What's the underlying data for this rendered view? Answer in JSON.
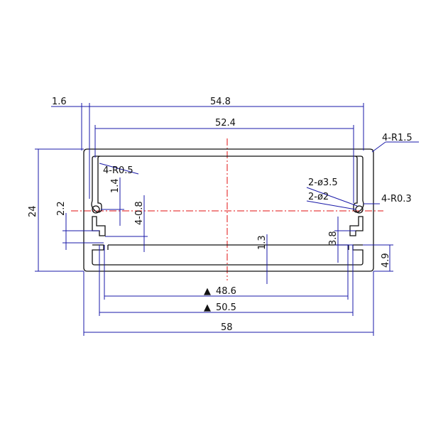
{
  "diagram": {
    "colors": {
      "profile": "#111111",
      "dimension": "#1a1aa8",
      "centerline": "#e01010"
    },
    "dimensions": {
      "overall_width": "58",
      "outer_top_width": "54.8",
      "inner_width": "52.4",
      "wall_thickness": "1.6",
      "height": "24",
      "slot_width_left": "2.2",
      "rib_offset_left": "1.4",
      "slot_count_left": "4-0.8",
      "corner_radius_inner": "4-R0.5",
      "corner_radius_outer": "4-R1.5",
      "screw_hole_outer": "2-ø3.5",
      "screw_hole_inner": "2-ø2",
      "slot_radius": "4-R0.3",
      "bottom_gap": "1.3",
      "slot_height_right": "3.8",
      "bottom_height_right": "4.9",
      "inner_bottom_width": "48.6",
      "outer_bottom_width": "50.5"
    },
    "markers": {
      "triangle": "▲"
    }
  }
}
